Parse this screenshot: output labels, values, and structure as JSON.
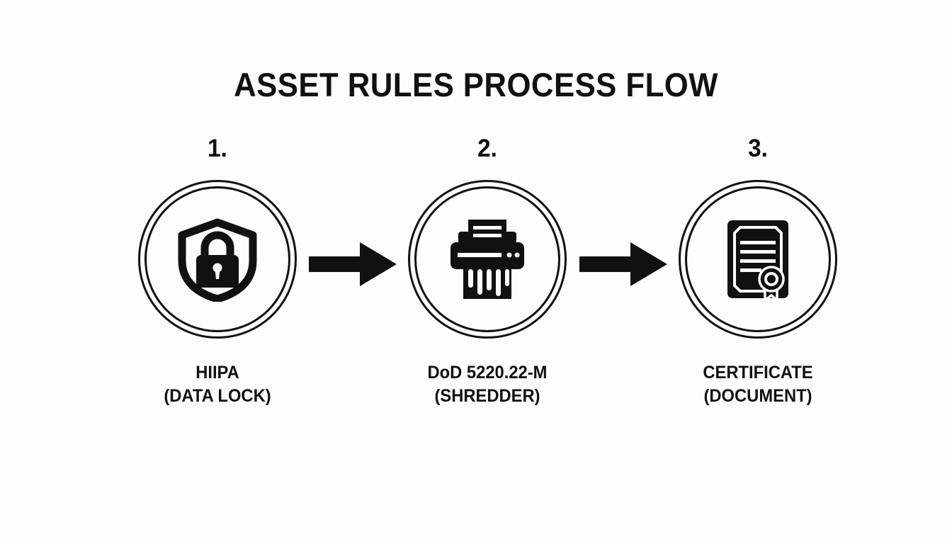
{
  "diagram": {
    "title": "ASSET RULES PROCESS FLOW",
    "background_color": "#fdfdfd",
    "ink_color": "#111111",
    "type": "process-flow",
    "steps": [
      {
        "number": "1.",
        "icon": "shield-lock-icon",
        "label_line1": "HIIPA",
        "label_line2": "(DATA LOCK)"
      },
      {
        "number": "2.",
        "icon": "paper-shredder-icon",
        "label_line1": "DoD 5220.22-M",
        "label_line2": "(SHREDDER)"
      },
      {
        "number": "3.",
        "icon": "certificate-document-icon",
        "label_line1": "CERTIFICATE",
        "label_line2": "(DOCUMENT)"
      }
    ],
    "connectors": [
      {
        "icon": "arrow-right-icon",
        "from": "1.",
        "to": "2."
      },
      {
        "icon": "arrow-right-icon",
        "from": "2.",
        "to": "3."
      }
    ]
  }
}
